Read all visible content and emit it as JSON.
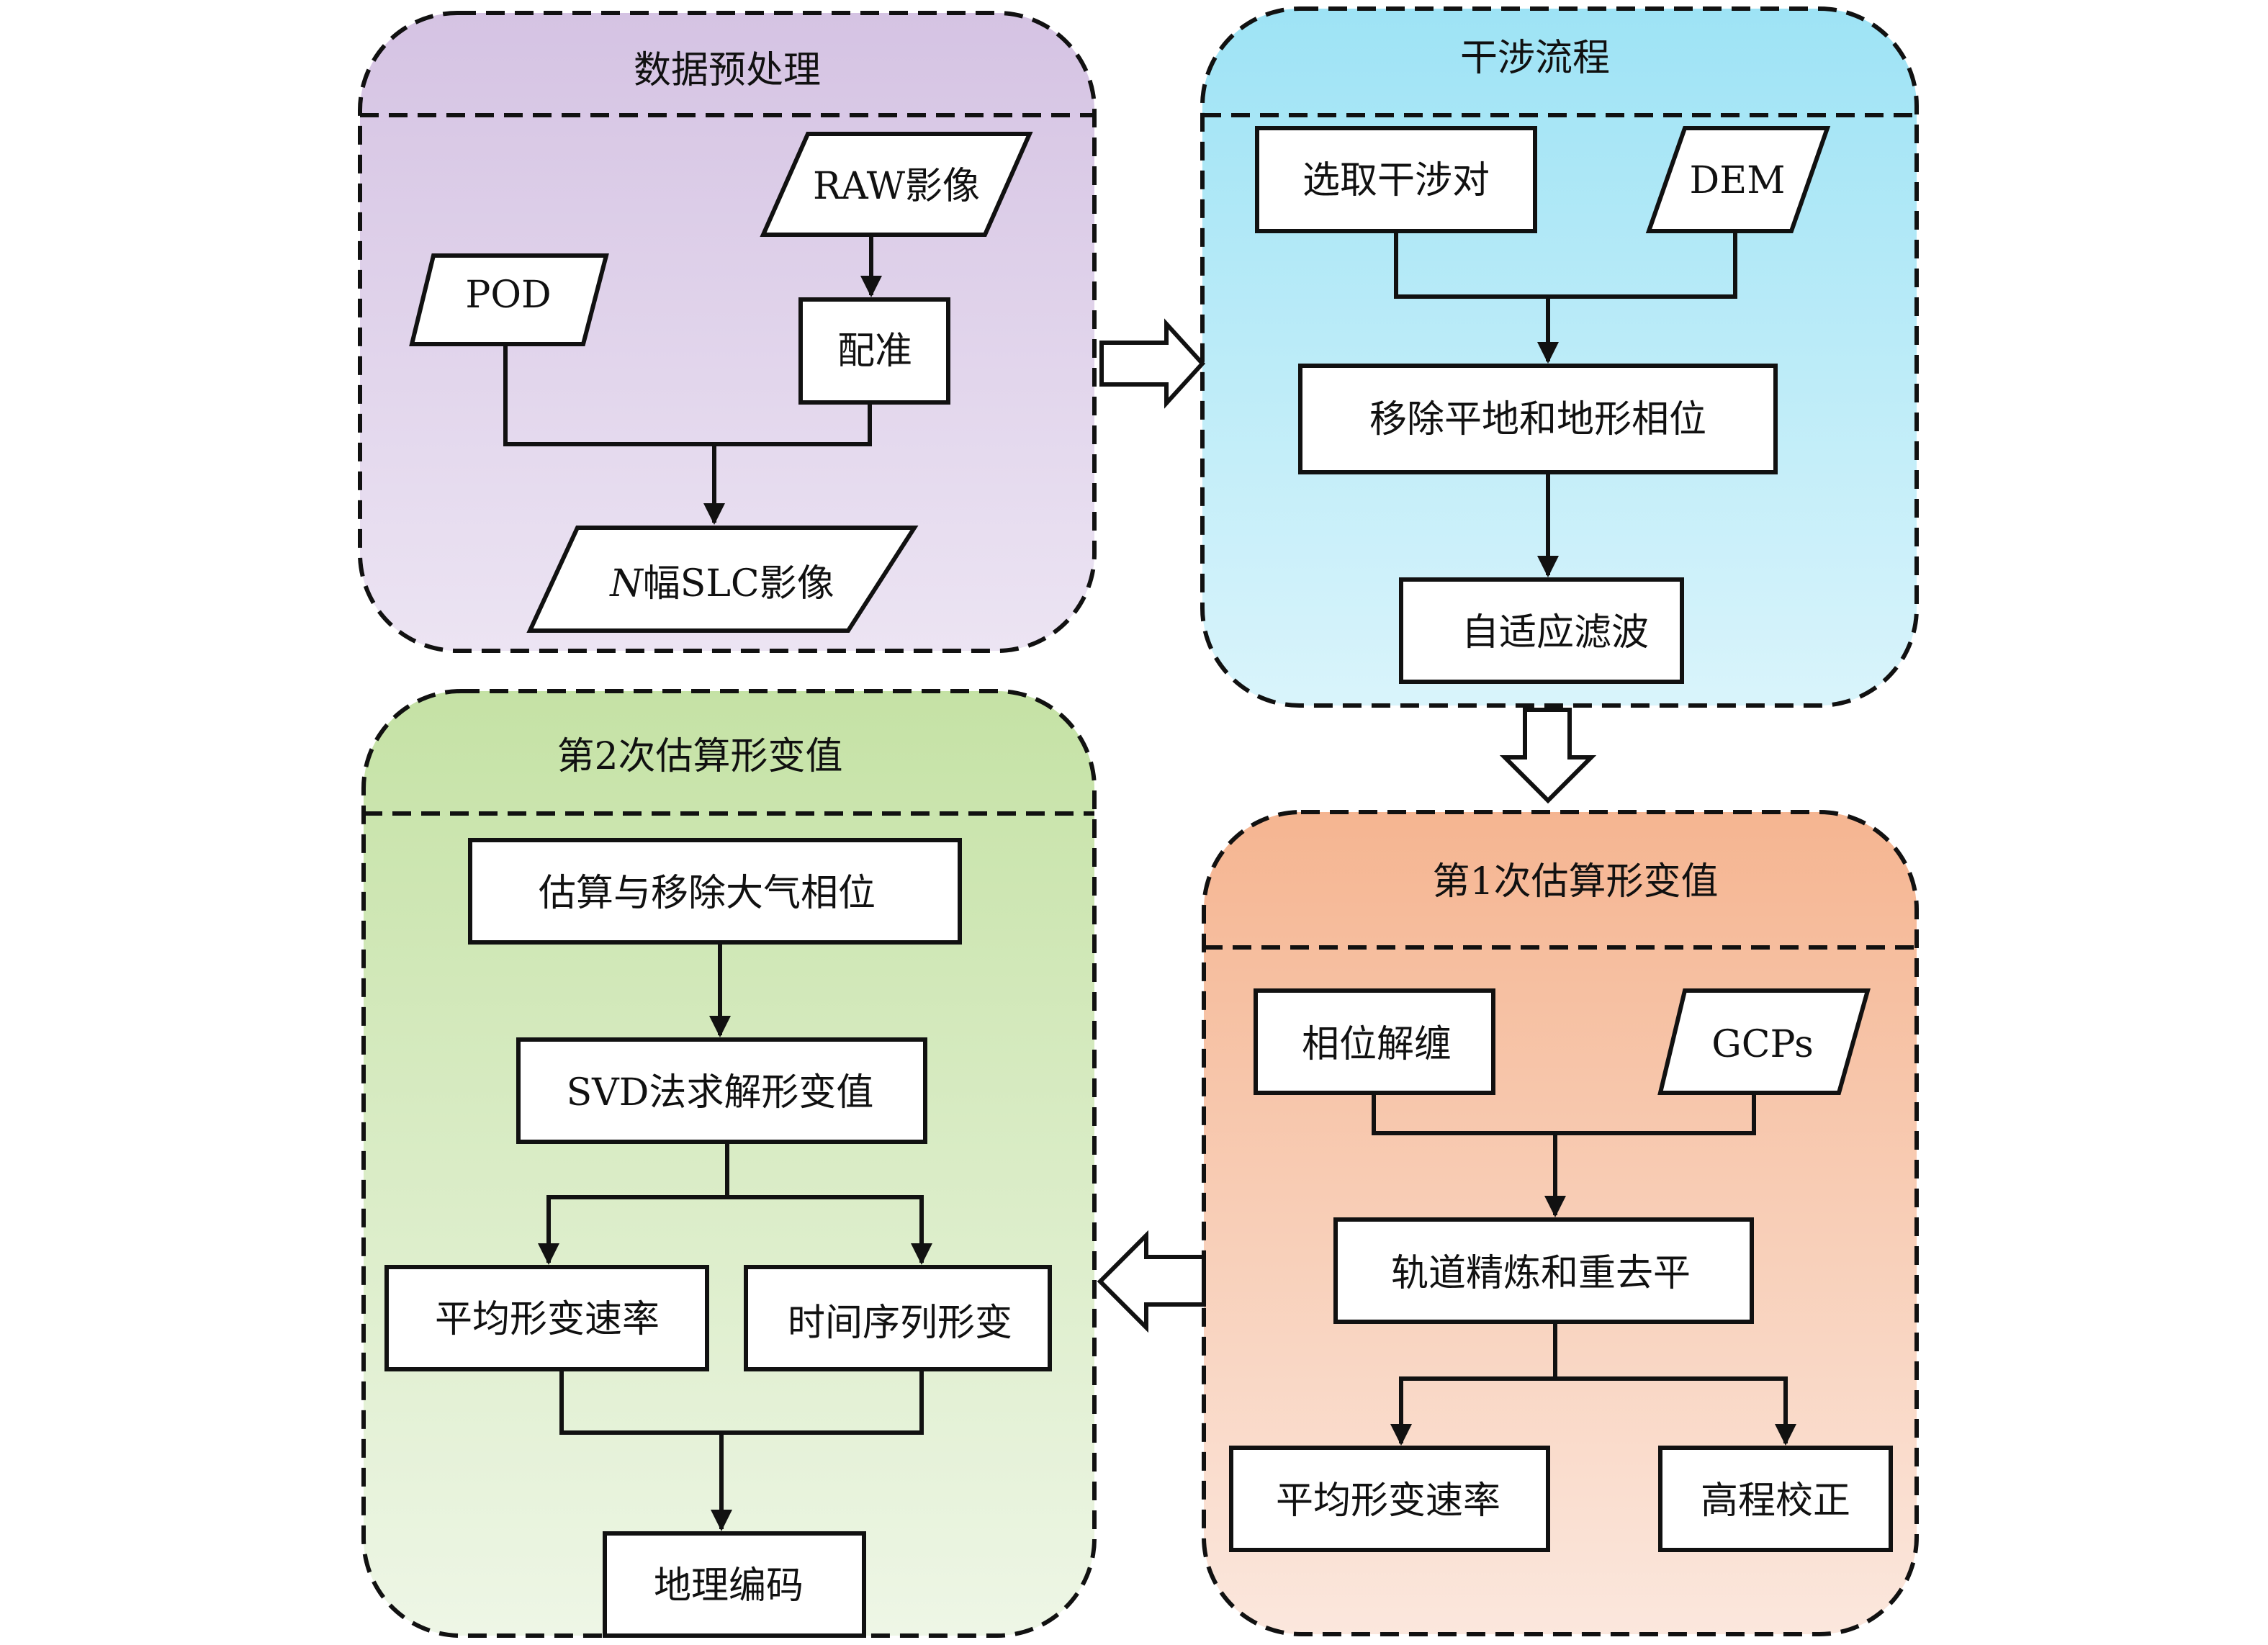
{
  "panels": {
    "preprocess": {
      "title": "数据预处理",
      "nodes": {
        "raw": "RAW影像",
        "pod": "POD",
        "register": "配准",
        "slc_n": "N",
        "slc_rest": "幅SLC影像"
      }
    },
    "interfere": {
      "title": "干涉流程",
      "nodes": {
        "select_pair": "选取干涉对",
        "dem": "DEM",
        "remove_phase": "移除平地和地形相位",
        "adaptive_filter": "自适应滤波"
      }
    },
    "first_estimate": {
      "title": "第1次估算形变值",
      "nodes": {
        "unwrap": "相位解缠",
        "gcps": "GCPs",
        "orbit_refine": "轨道精炼和重去平",
        "mean_rate": "平均形变速率",
        "height_correct": "高程校正"
      }
    },
    "second_estimate": {
      "title": "第2次估算形变值",
      "nodes": {
        "atmo": "估算与移除大气相位",
        "svd": "SVD法求解形变值",
        "mean_rate": "平均形变速率",
        "time_series": "时间序列形变",
        "geocode": "地理编码"
      }
    }
  },
  "colors": {
    "preprocess_top": "#d5c3e3",
    "preprocess_bottom": "#ece4f3",
    "interfere_top": "#9ee3f5",
    "interfere_bottom": "#d9f4fb",
    "first_top": "#f5b591",
    "first_bottom": "#fbe7dd",
    "second_top": "#c5e2a5",
    "second_bottom": "#eef6e6"
  }
}
